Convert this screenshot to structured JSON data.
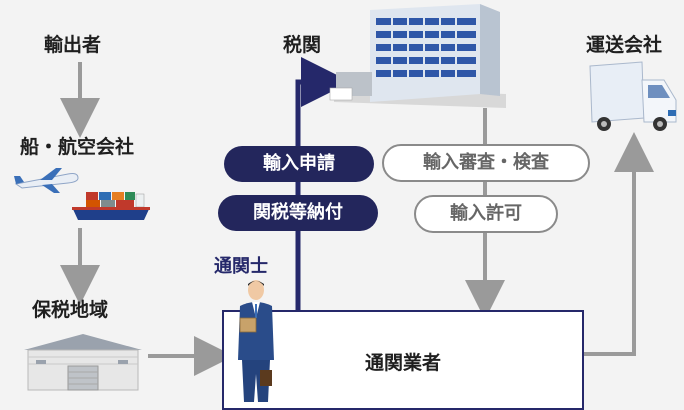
{
  "nodes": {
    "importer": "輸出者",
    "carrier": "船・航空会社",
    "bonded_area": "保税地域",
    "customs": "税関",
    "transport": "運送会社",
    "broker_person": "通関士",
    "broker_company": "通関業者"
  },
  "procedures": {
    "application": "輸入申請",
    "tax_payment": "関税等納付",
    "inspection": "輸入審査・検査",
    "permission": "輸入許可"
  },
  "colors": {
    "navy": "#25286a",
    "gray_arrow": "#9a9a9a",
    "background": "#f3f3f3"
  }
}
